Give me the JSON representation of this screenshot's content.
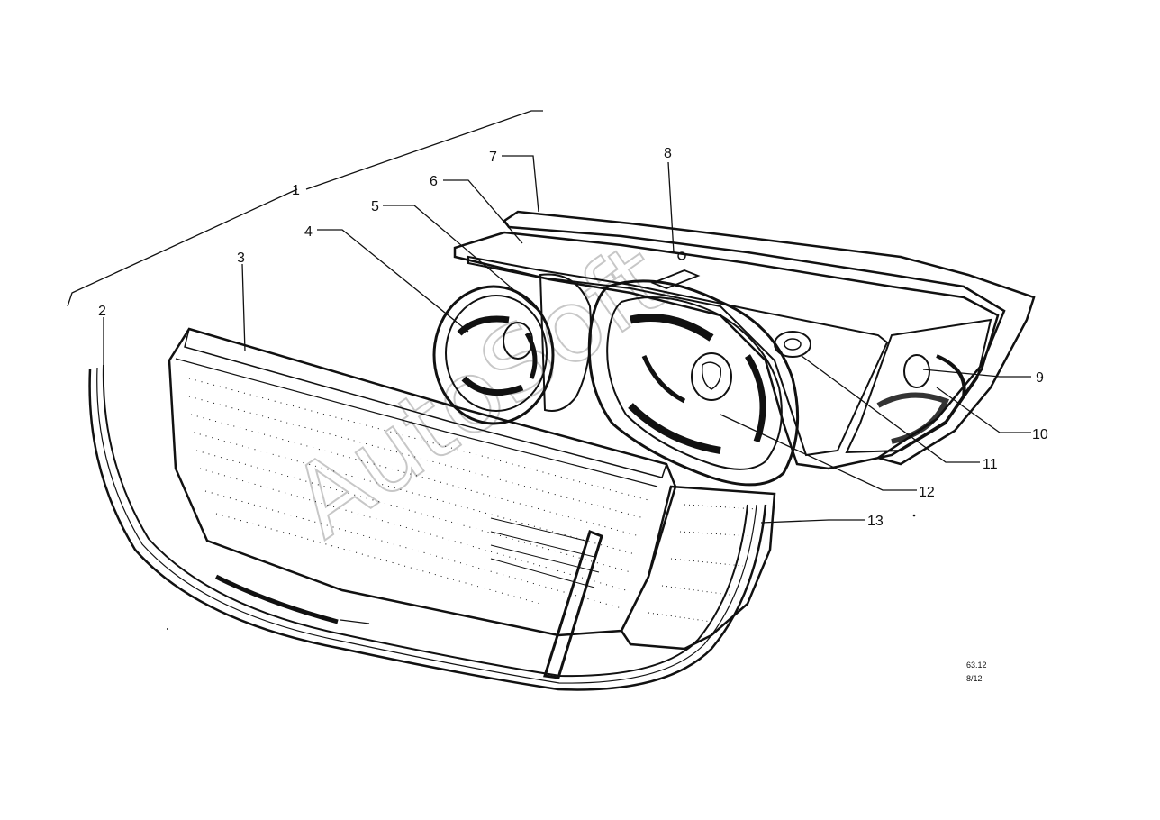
{
  "diagram": {
    "callouts": [
      {
        "label": "1"
      },
      {
        "label": "2"
      },
      {
        "label": "3"
      },
      {
        "label": "4"
      },
      {
        "label": "5"
      },
      {
        "label": "6"
      },
      {
        "label": "7"
      },
      {
        "label": "8"
      },
      {
        "label": "9"
      },
      {
        "label": "10"
      },
      {
        "label": "11"
      },
      {
        "label": "12"
      },
      {
        "label": "13"
      }
    ],
    "reference": {
      "line1": "63.12",
      "line2": "8/12"
    },
    "watermark": "AutoSoft"
  }
}
